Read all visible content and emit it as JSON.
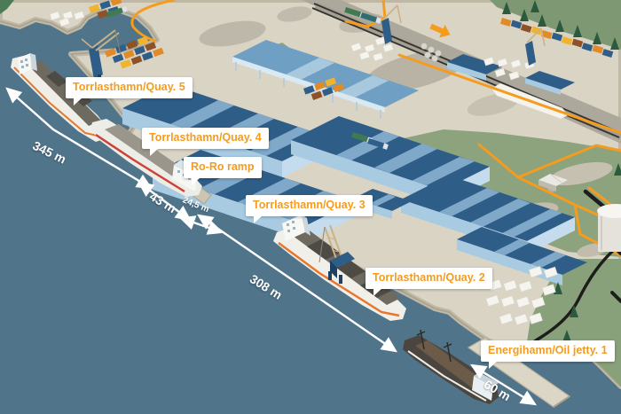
{
  "labels": {
    "quay5": "Torrlasthamn/Quay. 5",
    "quay4": "Torrlasthamn/Quay. 4",
    "roro": "Ro-Ro ramp",
    "quay3": "Torrlasthamn/Quay. 3",
    "quay2": "Torrlasthamn/Quay. 2",
    "jetty1": "Energihamn/Oil jetty. 1"
  },
  "measurements": {
    "m345": "345 m",
    "m43": "43 m",
    "m245": "24,5 m",
    "m308": "308 m",
    "m60": "60 m"
  },
  "colors": {
    "orange": "#F59C1E",
    "water": "#50748A",
    "land": "#DAD4C5",
    "navy": "#2E5E88",
    "rooflight": "#7FA8C9",
    "green": "#8CA37E",
    "forest": "#7E9873"
  },
  "map_features": [
    "cargo-ship-icon",
    "ro-ro-ship-icon",
    "oil-tanker-icon",
    "harbor-crane-icon",
    "warehouse-icon",
    "open-shed-icon",
    "container-stack-icon",
    "paper-bale-icon",
    "railway-icon",
    "train-icon",
    "oil-pipeline-icon",
    "oil-jetty-pier-icon",
    "storage-tank-icon",
    "tree-icon",
    "truck-icon",
    "measure-arrow-icon"
  ]
}
